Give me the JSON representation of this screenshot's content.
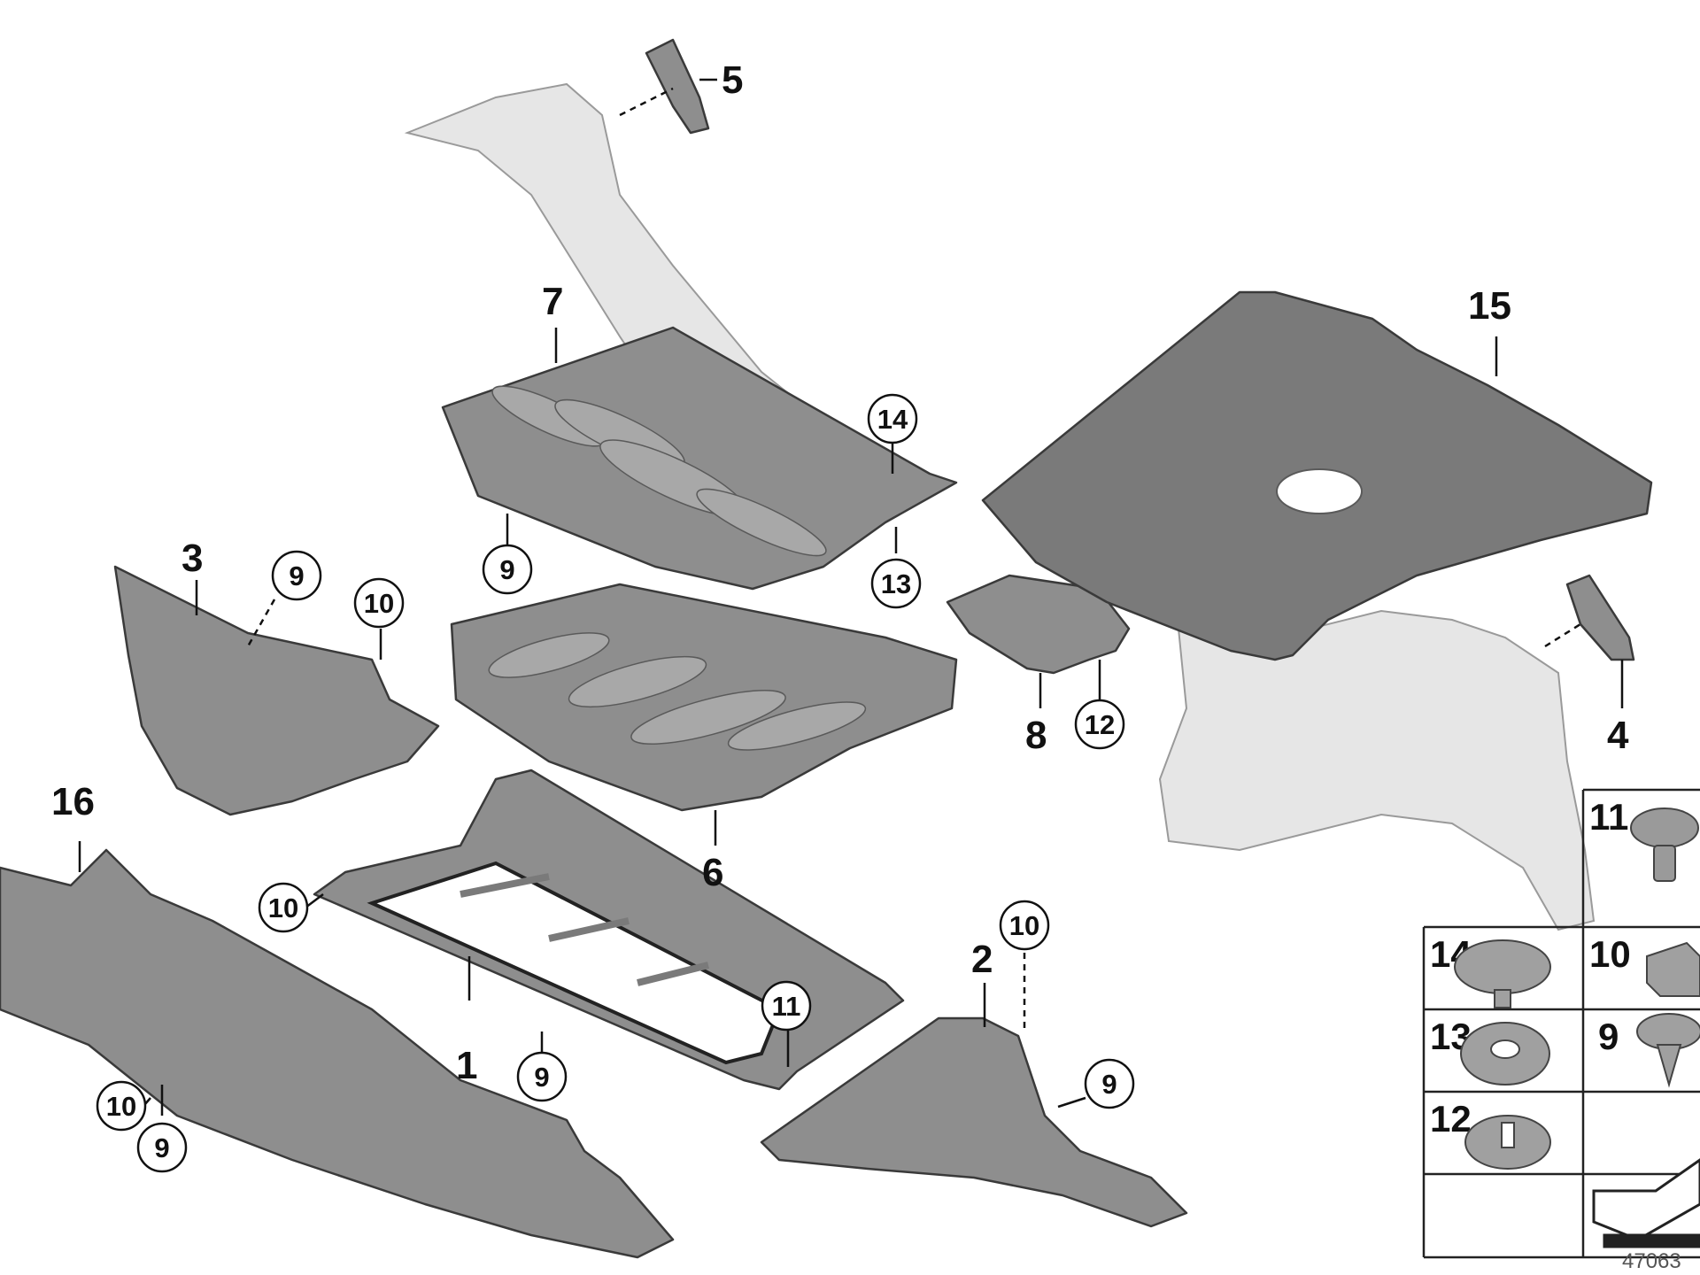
{
  "callouts": {
    "c1": "1",
    "c2": "2",
    "c3": "3",
    "c4": "4",
    "c5": "5",
    "c6": "6",
    "c7": "7",
    "c8": "8",
    "c15": "15",
    "c16": "16",
    "r9a": "9",
    "r9b": "9",
    "r9c": "9",
    "r9d": "9",
    "r9e": "9",
    "r10a": "10",
    "r10b": "10",
    "r10c": "10",
    "r10d": "10",
    "r11": "11",
    "r12": "12",
    "r13": "13",
    "r14": "14"
  },
  "fastener_table": {
    "cells": [
      "11",
      "14",
      "10",
      "13",
      "9",
      "12"
    ]
  },
  "reference_number": "47063"
}
